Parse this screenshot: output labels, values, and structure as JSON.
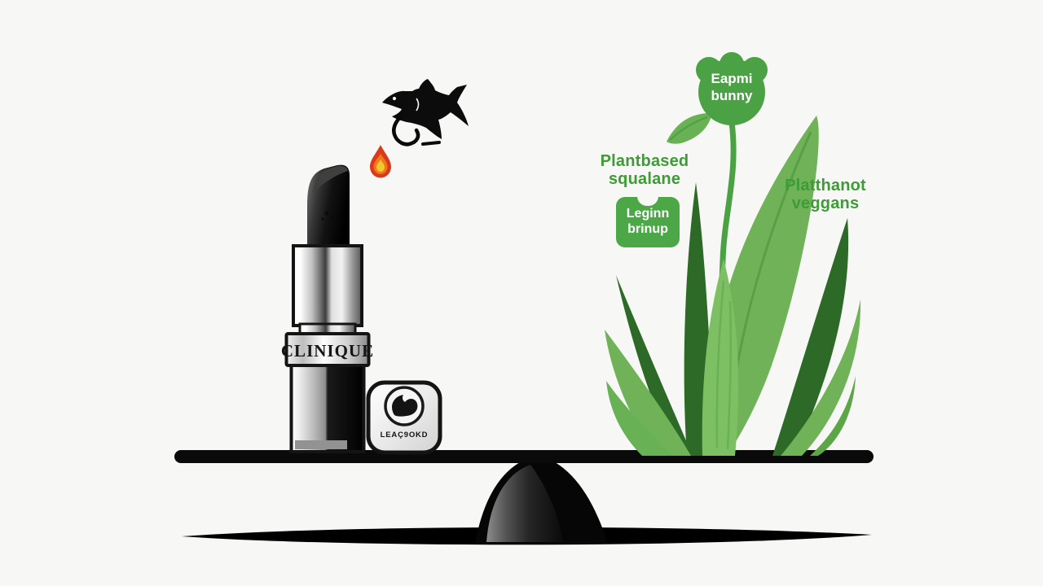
{
  "background": "#f7f7f5",
  "colors": {
    "ink": "#0b0b0b",
    "leaf_light": "#6FB257",
    "leaf_mid": "#5CA647",
    "leaf_dark": "#2D6A28",
    "leaf_pale": "#7CC063",
    "green_accent": "#4BA244",
    "label_green": "#3E9B37",
    "badge_green": "#4CA847",
    "drop_outer": "#D93A1C",
    "drop_mid": "#F07818",
    "drop_core": "#F2C832"
  },
  "icons": {
    "shark": "shark-icon",
    "oil_drop": "oil-drop-icon",
    "bunny_logo": "leaping-bunny-logo",
    "flower": "flower-blob-icon"
  },
  "left_pan": {
    "lipstick_brand": "CLINIQUE",
    "cert_badge_text": "LEAÇ9OKD"
  },
  "right_pan": {
    "flower_label": {
      "line1": "Eapmi",
      "line2": "bunny"
    },
    "plant_label": {
      "line1": "Plantbased",
      "line2": "squalane"
    },
    "green_badge": {
      "line1": "Leginn",
      "line2": "brinup"
    },
    "vegan_label": {
      "line1": "Platthanot",
      "line2": "veggans"
    }
  }
}
